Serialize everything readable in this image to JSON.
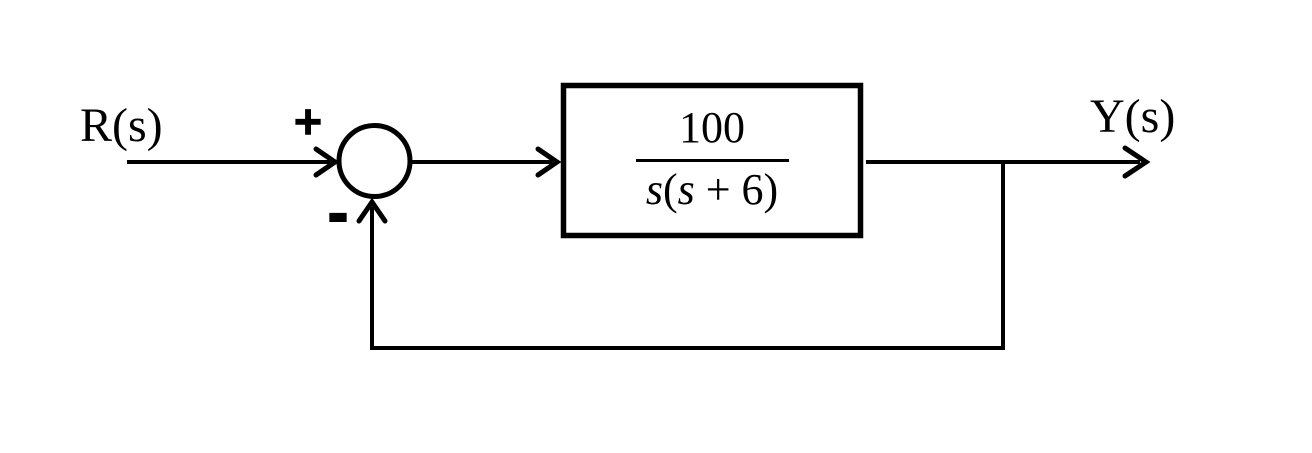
{
  "diagram": {
    "type": "control-system-block-diagram",
    "background_color": "#ffffff",
    "line_color": "#000000",
    "input_label": "R(s)",
    "output_label": "Y(s)",
    "summing_junction": {
      "shape": "circle",
      "plus_sign": "+",
      "minus_sign": "-"
    },
    "transfer_function": {
      "numerator": "100",
      "denominator": "s(s + 6)",
      "denominator_parts": {
        "s1": "s",
        "open": "(",
        "s2": "s",
        "rest": " + 6)"
      }
    }
  }
}
